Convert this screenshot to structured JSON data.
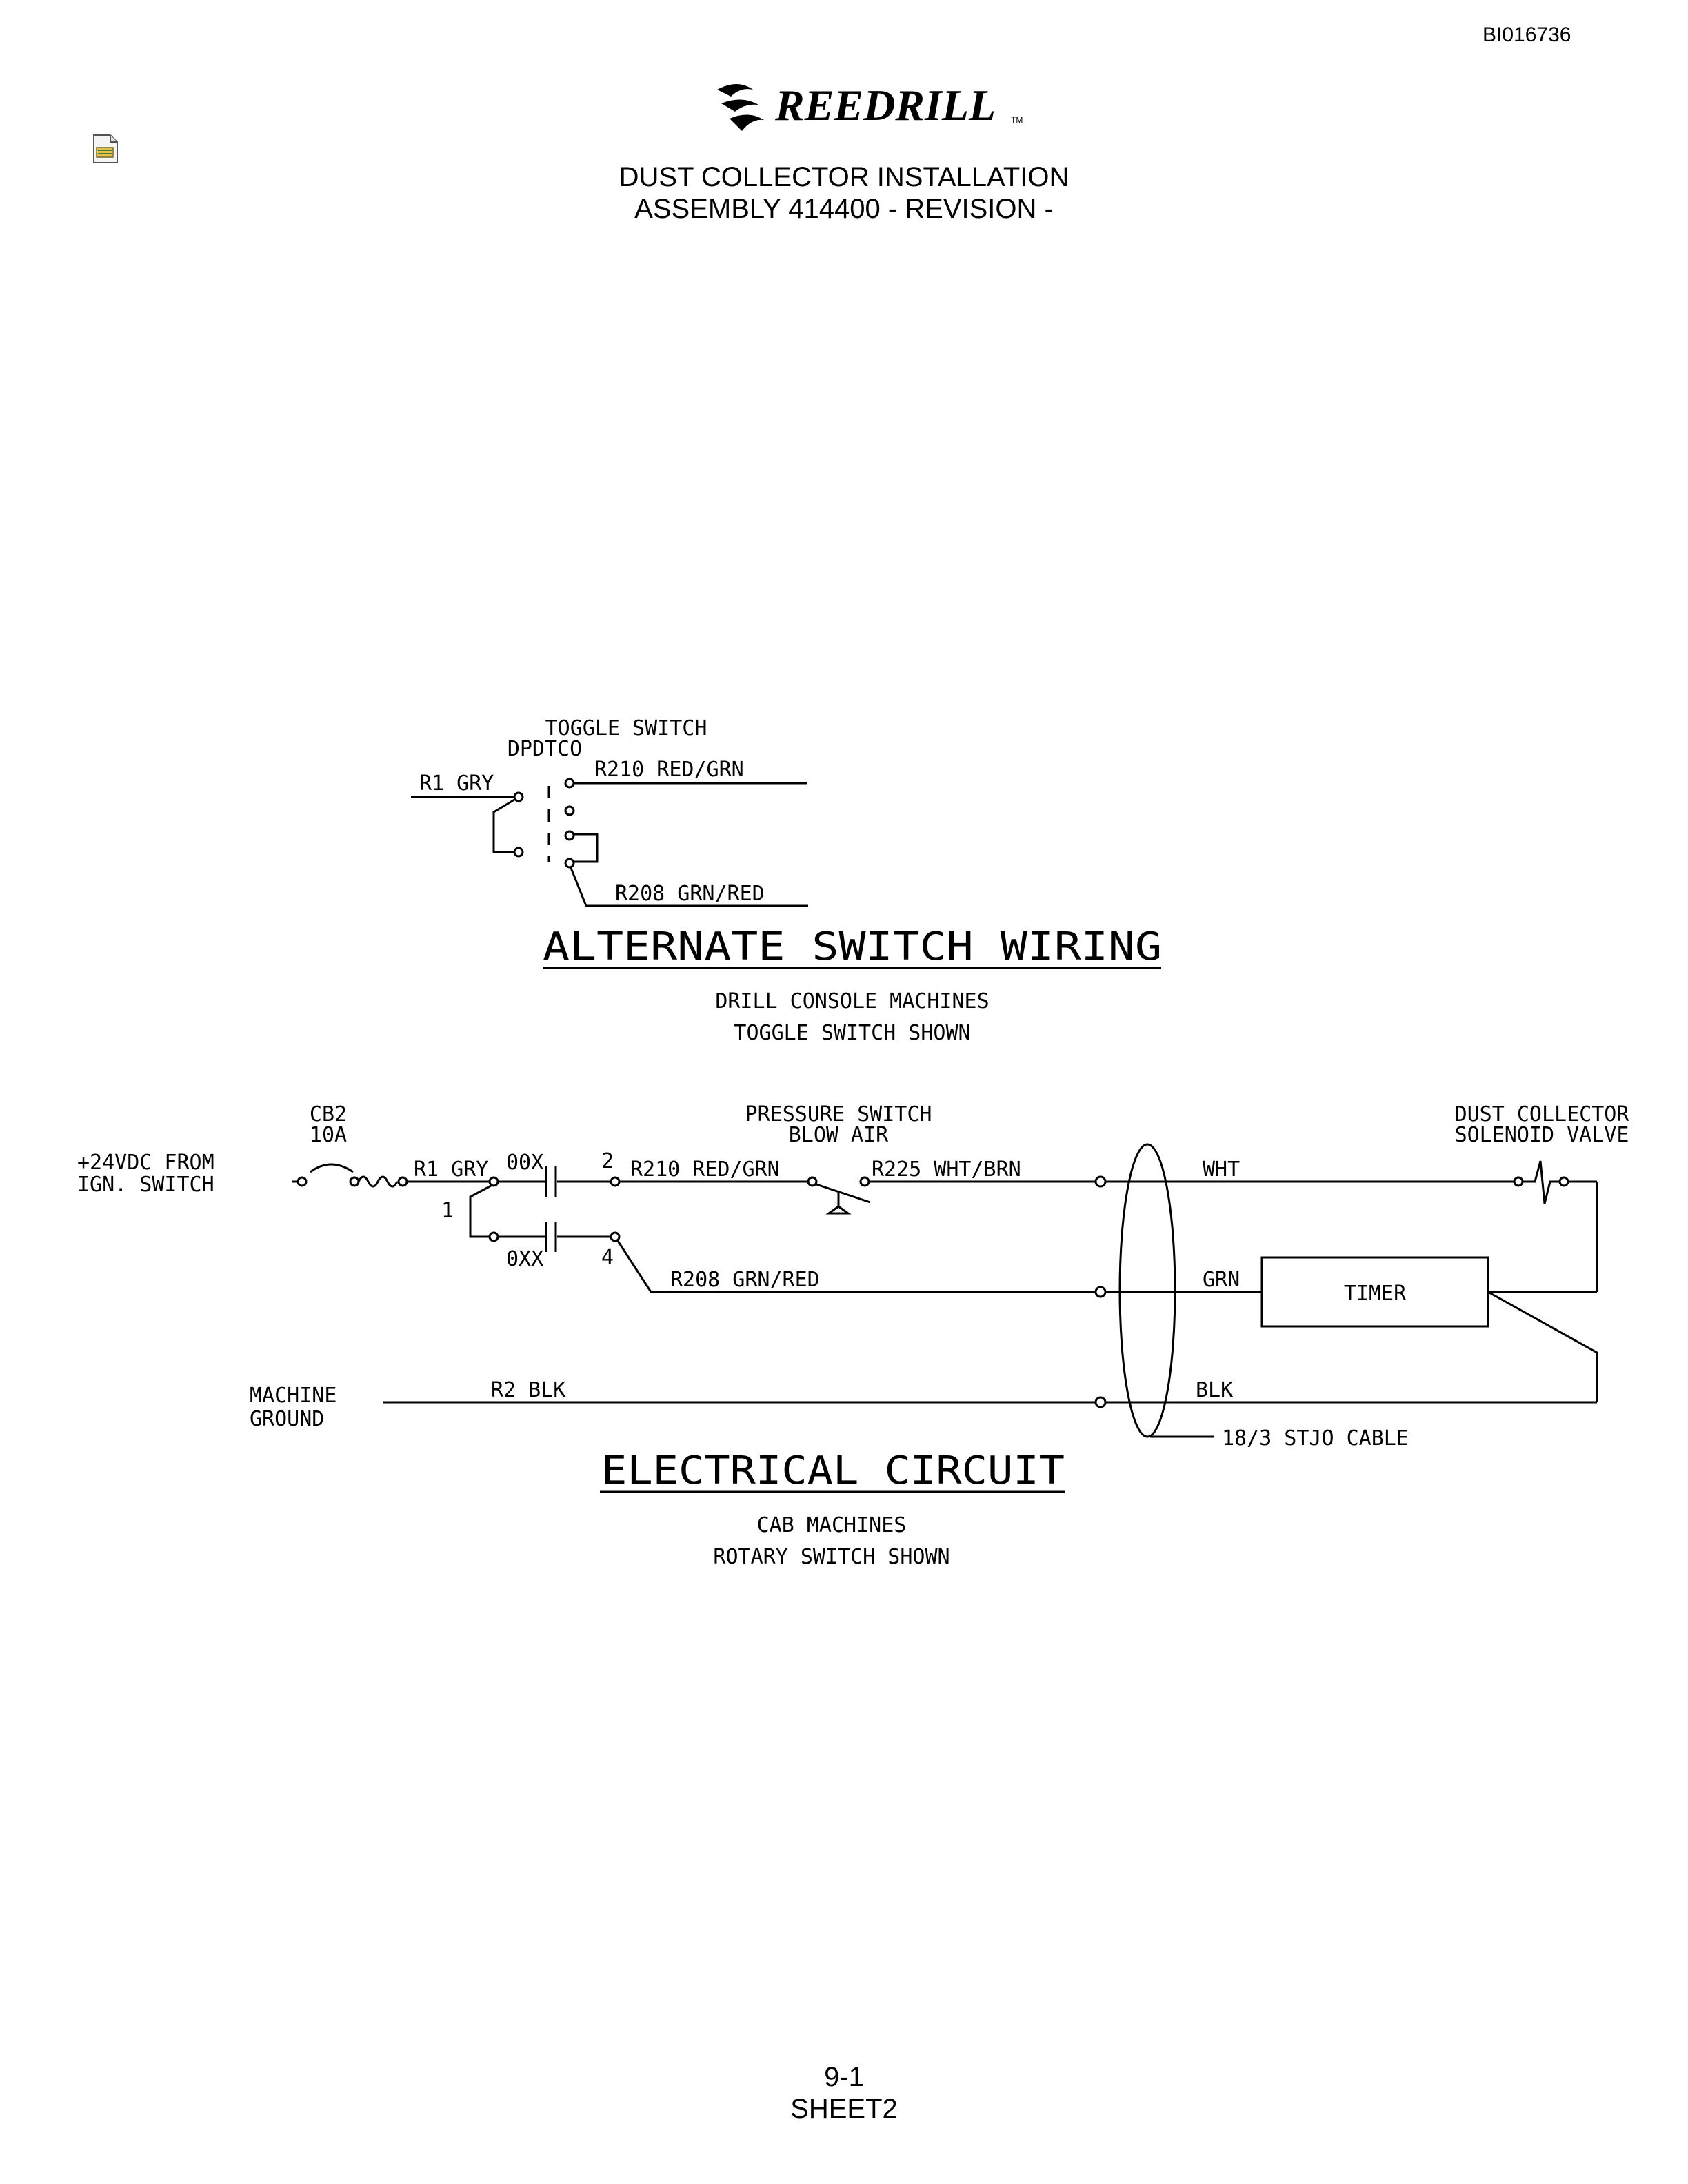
{
  "header": {
    "doc_id": "BI016736",
    "brand": "REEDRILL",
    "trademark": "TM",
    "title_line1": "DUST COLLECTOR INSTALLATION",
    "title_line2": "ASSEMBLY 414400 - REVISION -"
  },
  "alternate": {
    "toggle_label": "TOGGLE SWITCH",
    "toggle_type": "DPDTCO",
    "r1": "R1 GRY",
    "r210": "R210 RED/GRN",
    "r208": "R208 GRN/RED",
    "heading": "ALTERNATE SWITCH WIRING",
    "sub1": "DRILL CONSOLE MACHINES",
    "sub2": "TOGGLE SWITCH SHOWN"
  },
  "circuit": {
    "cb_label": "CB2",
    "cb_rating": "10A",
    "source1": "+24VDC FROM",
    "source2": "IGN. SWITCH",
    "r1": "R1 GRY",
    "contact_top": "00X",
    "contact_bottom": "0XX",
    "terminal_1": "1",
    "terminal_2": "2",
    "terminal_4": "4",
    "r210": "R210 RED/GRN",
    "pressure1": "PRESSURE SWITCH",
    "pressure2": "BLOW AIR",
    "r225": "R225 WHT/BRN",
    "valve1": "DUST COLLECTOR",
    "valve2": "SOLENOID VALVE",
    "wht": "WHT",
    "r208": "R208 GRN/RED",
    "grn": "GRN",
    "timer": "TIMER",
    "ground1": "MACHINE",
    "ground2": "GROUND",
    "r2": "R2 BLK",
    "blk": "BLK",
    "cable": "18/3 STJO CABLE",
    "heading": "ELECTRICAL CIRCUIT",
    "sub1": "CAB MACHINES",
    "sub2": "ROTARY SWITCH SHOWN"
  },
  "footer": {
    "page": "9-1",
    "sheet": "SHEET2"
  }
}
